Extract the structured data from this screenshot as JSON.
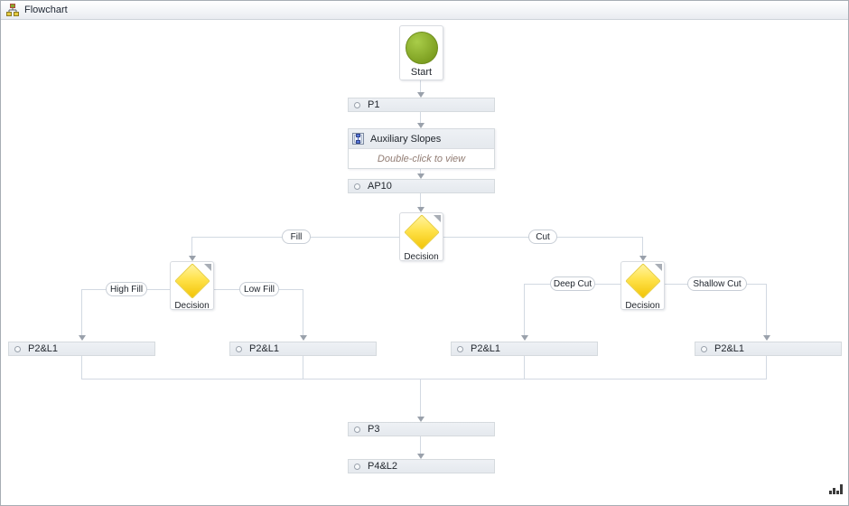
{
  "window": {
    "title": "Flowchart"
  },
  "flowchart": {
    "start": {
      "label": "Start"
    },
    "p1": {
      "label": "P1"
    },
    "aux_slopes": {
      "title": "Auxiliary Slopes",
      "hint": "Double-click to view"
    },
    "ap10": {
      "label": "AP10"
    },
    "decision_main": {
      "label": "Decision"
    },
    "decision_fill": {
      "label": "Decision"
    },
    "decision_cut": {
      "label": "Decision"
    },
    "p2l1_high_fill": {
      "label": "P2&L1"
    },
    "p2l1_low_fill": {
      "label": "P2&L1"
    },
    "p2l1_deep_cut": {
      "label": "P2&L1"
    },
    "p2l1_shallow_cut": {
      "label": "P2&L1"
    },
    "p3": {
      "label": "P3"
    },
    "p4l2": {
      "label": "P4&L2"
    },
    "branch_labels": {
      "fill": "Fill",
      "cut": "Cut",
      "high_fill": "High Fill",
      "low_fill": "Low Fill",
      "deep_cut": "Deep Cut",
      "shallow_cut": "Shallow Cut"
    }
  },
  "colors": {
    "node_fill": "#eaedf1",
    "node_border": "#d5dade",
    "connector": "#d2d9e2",
    "arrow": "#9aa1ab",
    "decision_diamond": "#f2c406",
    "start_circle": "#7c9e20",
    "hint_text": "#927d74"
  }
}
